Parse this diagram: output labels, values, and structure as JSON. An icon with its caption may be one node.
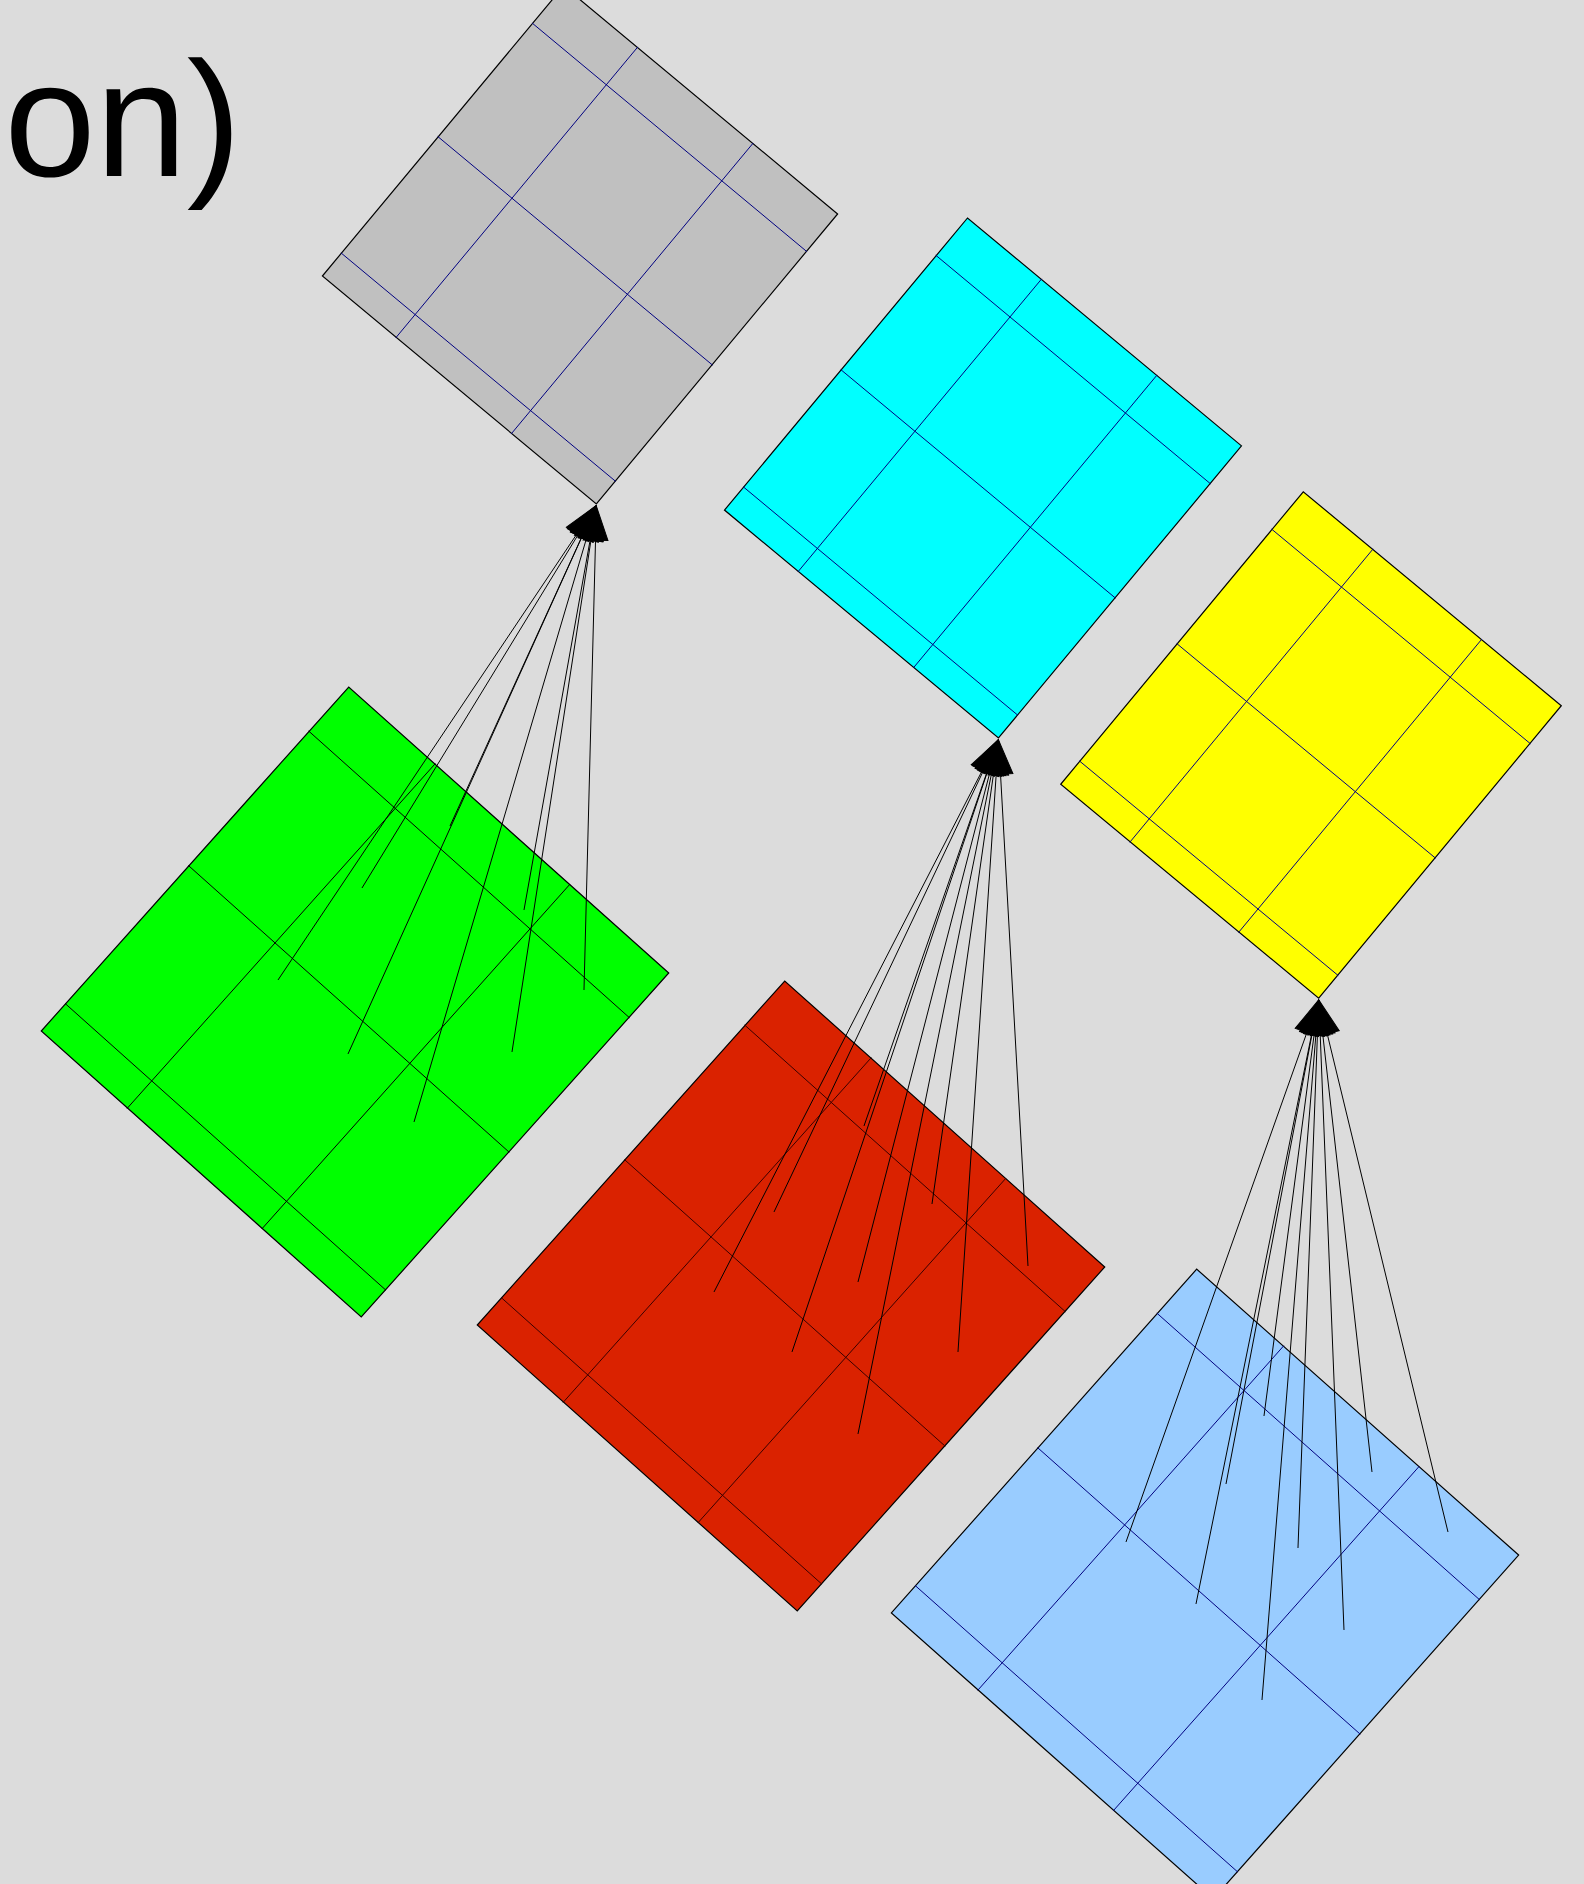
{
  "diagram": {
    "nodes": [
      {
        "text": [],
        "shape": "diamond"
      },
      {
        "text": [],
        "shape": "diamond"
      },
      {
        "text": [],
        "shape": "diamond"
      },
      {
        "text": [],
        "shape": "diamond"
      },
      {
        "text": [],
        "shape": "diamond"
      },
      {
        "text": [],
        "shape": "diamond"
      }
    ],
    "edges": [
      {
        "from": 3,
        "to": 0,
        "arrow": "to"
      },
      {
        "from": 3,
        "to": 0,
        "arrow": "to"
      },
      {
        "from": 3,
        "to": 0,
        "arrow": "to"
      },
      {
        "from": 3,
        "to": 0,
        "arrow": "to"
      },
      {
        "from": 3,
        "to": 0,
        "arrow": "to"
      },
      {
        "from": 3,
        "to": 0,
        "arrow": "to"
      },
      {
        "from": 3,
        "to": 0,
        "arrow": "to"
      },
      {
        "from": 3,
        "to": 0,
        "arrow": "to"
      },
      {
        "from": 4,
        "to": 1,
        "arrow": "to"
      },
      {
        "from": 4,
        "to": 1,
        "arrow": "to"
      },
      {
        "from": 4,
        "to": 1,
        "arrow": "to"
      },
      {
        "from": 4,
        "to": 1,
        "arrow": "to"
      },
      {
        "from": 4,
        "to": 1,
        "arrow": "to"
      },
      {
        "from": 4,
        "to": 1,
        "arrow": "to"
      },
      {
        "from": 4,
        "to": 1,
        "arrow": "to"
      },
      {
        "from": 4,
        "to": 1,
        "arrow": "to"
      },
      {
        "from": 4,
        "to": 1,
        "arrow": "to"
      },
      {
        "from": 5,
        "to": 2,
        "arrow": "to"
      },
      {
        "from": 5,
        "to": 2,
        "arrow": "to"
      },
      {
        "from": 5,
        "to": 2,
        "arrow": "to"
      },
      {
        "from": 5,
        "to": 2,
        "arrow": "to"
      },
      {
        "from": 5,
        "to": 2,
        "arrow": "to"
      },
      {
        "from": 5,
        "to": 2,
        "arrow": "to"
      },
      {
        "from": 5,
        "to": 2,
        "arrow": "to"
      },
      {
        "from": 5,
        "to": 2,
        "arrow": "to"
      },
      {
        "from": 5,
        "to": 2,
        "arrow": "to"
      }
    ],
    "labels": [
      "on)"
    ]
  }
}
